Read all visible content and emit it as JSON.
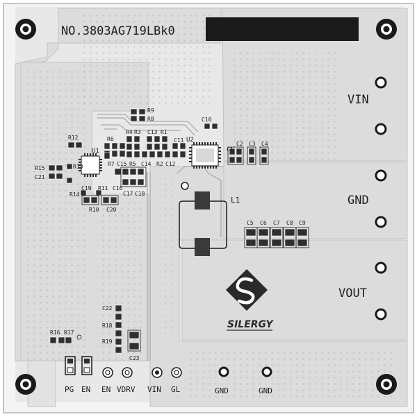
{
  "board": {
    "part_number": "NO.3803AG719LBk0",
    "brand": "SILERGY"
  },
  "nets": {
    "vin": "VIN",
    "gnd": "GND",
    "vout": "VOUT"
  },
  "bottom_labels": {
    "pg": "PG",
    "en1": "EN",
    "en2": "EN",
    "vdrv": "VDRV",
    "vin": "VIN",
    "gl": "GL",
    "gnd1": "GND",
    "gnd2": "GND"
  },
  "refdes": {
    "u1": "U1",
    "u2": "U2",
    "l1": "L1",
    "r1": "R1",
    "r2": "R2",
    "r3": "R3",
    "r4": "R4",
    "r5": "R5",
    "r6": "R6",
    "r7": "R7",
    "r8": "R8",
    "r9": "R9",
    "r10": "R10",
    "r11": "R11",
    "r12": "R12",
    "r13": "R13",
    "r14": "R14",
    "r15": "R15",
    "r16": "R16",
    "r17": "R17",
    "r18": "R18",
    "r19": "R19",
    "c1": "C1",
    "c2": "C2",
    "c3": "C3",
    "c4": "C4",
    "c5": "C5",
    "c6": "C6",
    "c7": "C7",
    "c8": "C8",
    "c9": "C9",
    "c10": "C10",
    "c11": "C11",
    "c12": "C12",
    "c13": "C13",
    "c14": "C14",
    "c15": "C15",
    "c16": "C16",
    "c17": "C17",
    "c18": "C18",
    "c19": "C19",
    "c20": "C20",
    "c21": "C21",
    "c22": "C22",
    "c23": "C23"
  },
  "colors": {
    "board": "#f4f4f4",
    "copper": "#dcdcdc",
    "outline": "#b4b4b4",
    "pad": "#2f2f2f",
    "text": "#1e1e1e",
    "via": "#a8a8a8"
  }
}
